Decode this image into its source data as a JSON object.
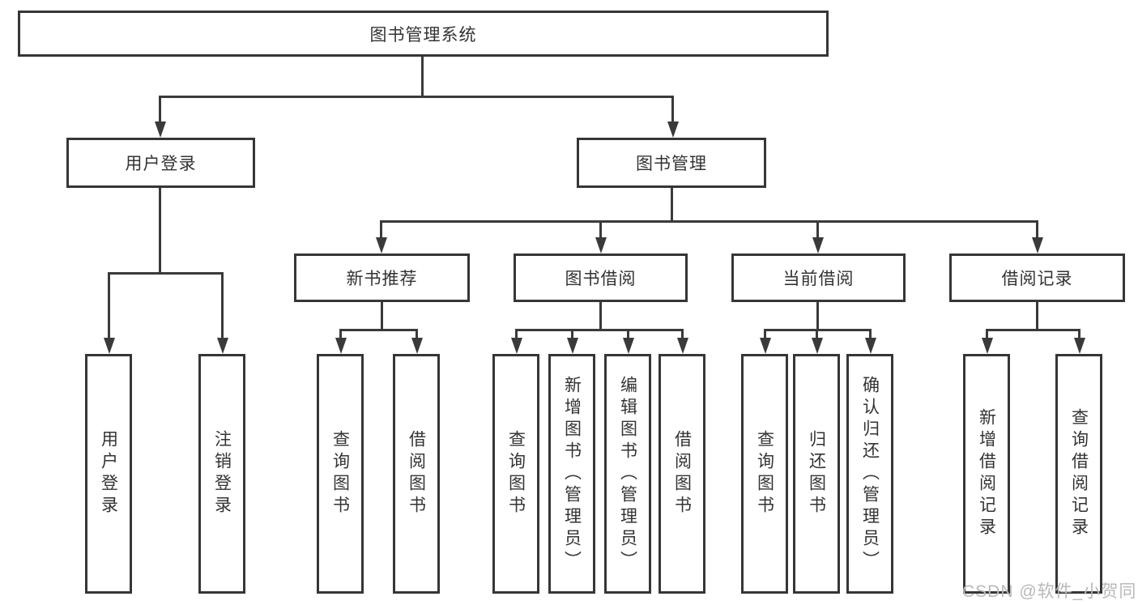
{
  "diagram": {
    "root": {
      "label": "图书管理系统"
    },
    "level2": [
      {
        "id": "user-login",
        "label": "用户登录"
      },
      {
        "id": "book-management",
        "label": "图书管理"
      }
    ],
    "level3": [
      {
        "id": "new-book-recommend",
        "label": "新书推荐"
      },
      {
        "id": "book-borrowing",
        "label": "图书借阅"
      },
      {
        "id": "current-borrowing",
        "label": "当前借阅"
      },
      {
        "id": "borrowing-records",
        "label": "借阅记录"
      }
    ],
    "leaves": {
      "user_login": [
        "用户登录",
        "注销登录"
      ],
      "new_book_recommend": [
        "查询图书",
        "借阅图书"
      ],
      "book_borrowing": [
        "查询图书",
        "新增图书（管理员）",
        "编辑图书（管理员）",
        "借阅图书"
      ],
      "current_borrowing": [
        "查询图书",
        "归还图书",
        "确认归还（管理员）"
      ],
      "borrowing_records": [
        "新增借阅记录",
        "查询借阅记录"
      ]
    },
    "colors": {
      "line": "#3a3a3a",
      "box_border": "#363636",
      "text": "#333333",
      "watermark": "#b9b9b9",
      "background": "#ffffff"
    }
  },
  "watermark": {
    "text": "CSDN @软件_小贺同学"
  }
}
